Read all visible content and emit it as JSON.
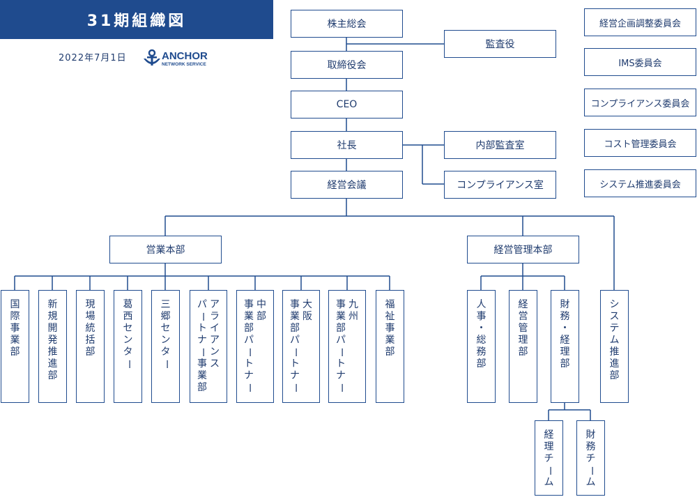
{
  "header": {
    "title": "31期組織図",
    "date": "2022年7月1日",
    "logo_text": "ANCHOR",
    "logo_sub": "NETWORK SERVICE"
  },
  "top": {
    "shareholders": "株主総会",
    "auditor": "監査役",
    "board": "取締役会",
    "ceo": "CEO",
    "president": "社長",
    "internal_audit": "内部監査室",
    "compliance_office": "コンプライアンス室",
    "management_meeting": "経営会議"
  },
  "committees": [
    "経営企画調整委員会",
    "IMS委員会",
    "コンプライアンス委員会",
    "コスト管理委員会",
    "システム推進委員会"
  ],
  "divisions": {
    "sales": "営業本部",
    "admin": "経営管理本部"
  },
  "sales_depts": [
    [
      "国際事業部"
    ],
    [
      "新規開発推進部"
    ],
    [
      "現場統括部"
    ],
    [
      "葛西センター"
    ],
    [
      "三郷センター"
    ],
    [
      "アライアンス",
      "パートナー事業部"
    ],
    [
      "中部",
      "事業部パートナー"
    ],
    [
      "大阪",
      "事業部パートナー"
    ],
    [
      "九州",
      "事業部パートナー"
    ],
    [
      "福祉事業部"
    ]
  ],
  "admin_depts": [
    [
      "人事・総務部"
    ],
    [
      "経営管理部"
    ],
    [
      "財務・経理部"
    ]
  ],
  "system_dept": [
    "システム推進部"
  ],
  "teams": [
    [
      "経理チーム"
    ],
    [
      "財務チーム"
    ]
  ]
}
